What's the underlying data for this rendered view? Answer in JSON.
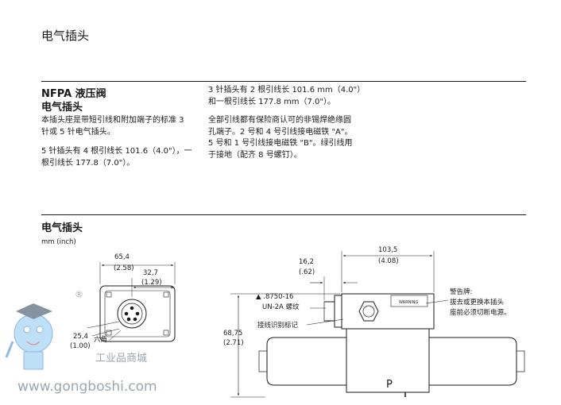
{
  "page_title": "电气插头",
  "section1": {
    "heading1": "NFPA  液压阀",
    "heading2": "电气插头",
    "left_paragraphs": [
      [
        "本插头座是带短引线和附加端子的标准 3",
        "针或 5 针电气插头。"
      ],
      [
        "5 针插头有 4 根引线长 101.6（4.0\"），一",
        "根引线长 177.8（7.0\"）。"
      ]
    ],
    "right_paragraphs": [
      [
        "3 针插头有 2 根引线长 101.6 mm（4.0\"）",
        "和一根引线长 177.8 mm（7.0\"）。"
      ],
      [
        "全部引线都有保险商认可的非锡焊绝缘圆",
        "孔端子。2 号和 4 号引线接电磁铁 \"A\"。",
        "5 号和 1 号引线接电磁铁 \"B\"。绿引线用",
        "于接地（配齐 8 号螺钉）。"
      ]
    ]
  },
  "section2": {
    "heading": "电气插头",
    "units": "mm (inch)"
  },
  "drawing": {
    "dim_654": "65,4",
    "dim_654_in": "(2.58)",
    "dim_327": "32,7",
    "dim_327_in": "(1.29)",
    "dim_254": "25,4",
    "dim_254_in": "(1.00)",
    "hex_label": "六角",
    "dim_162": "16,2",
    "dim_162_in": "(.62)",
    "dim_1035": "103,5",
    "dim_1035_in": "(4.08)",
    "dim_6875": "68,75",
    "dim_6875_in": "(2.71)",
    "thread_1": "▲ .8750-16",
    "thread_2": "UN-2A 螺纹",
    "wire_id": "接线识别标记",
    "warning_tag": "WARNING",
    "warn_1": "警告牌:",
    "warn_2": "拔去或更换本插头",
    "warn_3": "座前必须切断电源。",
    "valve_letter": "P"
  },
  "watermark": {
    "cn": "工业品商城",
    "url": "www.gongboshi.com",
    "reg": "®"
  },
  "colors": {
    "watermark_blue": "#6aa2d8",
    "watermark_text": "#9aa7b0"
  }
}
